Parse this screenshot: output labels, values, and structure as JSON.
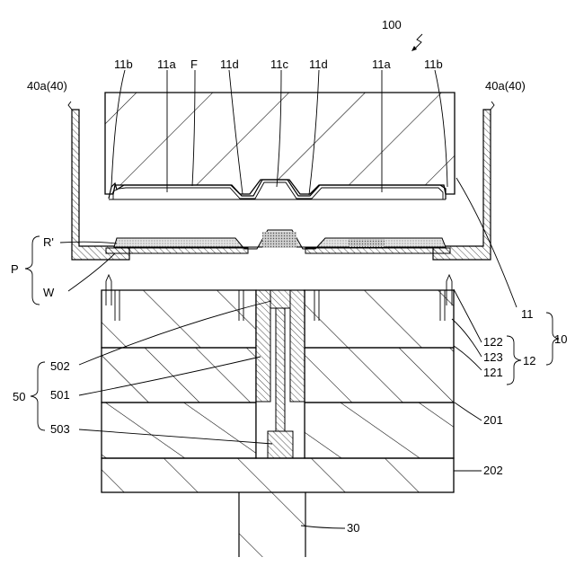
{
  "figure_number": "100",
  "labels": {
    "l_11b_left": "11b",
    "l_11a_left": "11a",
    "l_F": "F",
    "l_11d_left": "11d",
    "l_11c": "11c",
    "l_11d_right": "11d",
    "l_11a_right": "11a",
    "l_11b_right": "11b",
    "l_40a_left": "40a(40)",
    "l_40a_right": "40a(40)",
    "l_Rprime": "R'",
    "l_P": "P",
    "l_W": "W",
    "l_11": "11",
    "l_10": "10",
    "l_122": "122",
    "l_123": "123",
    "l_121": "121",
    "l_12": "12",
    "l_502": "502",
    "l_501": "501",
    "l_50": "50",
    "l_503": "503",
    "l_201": "201",
    "l_202": "202",
    "l_30": "30"
  }
}
